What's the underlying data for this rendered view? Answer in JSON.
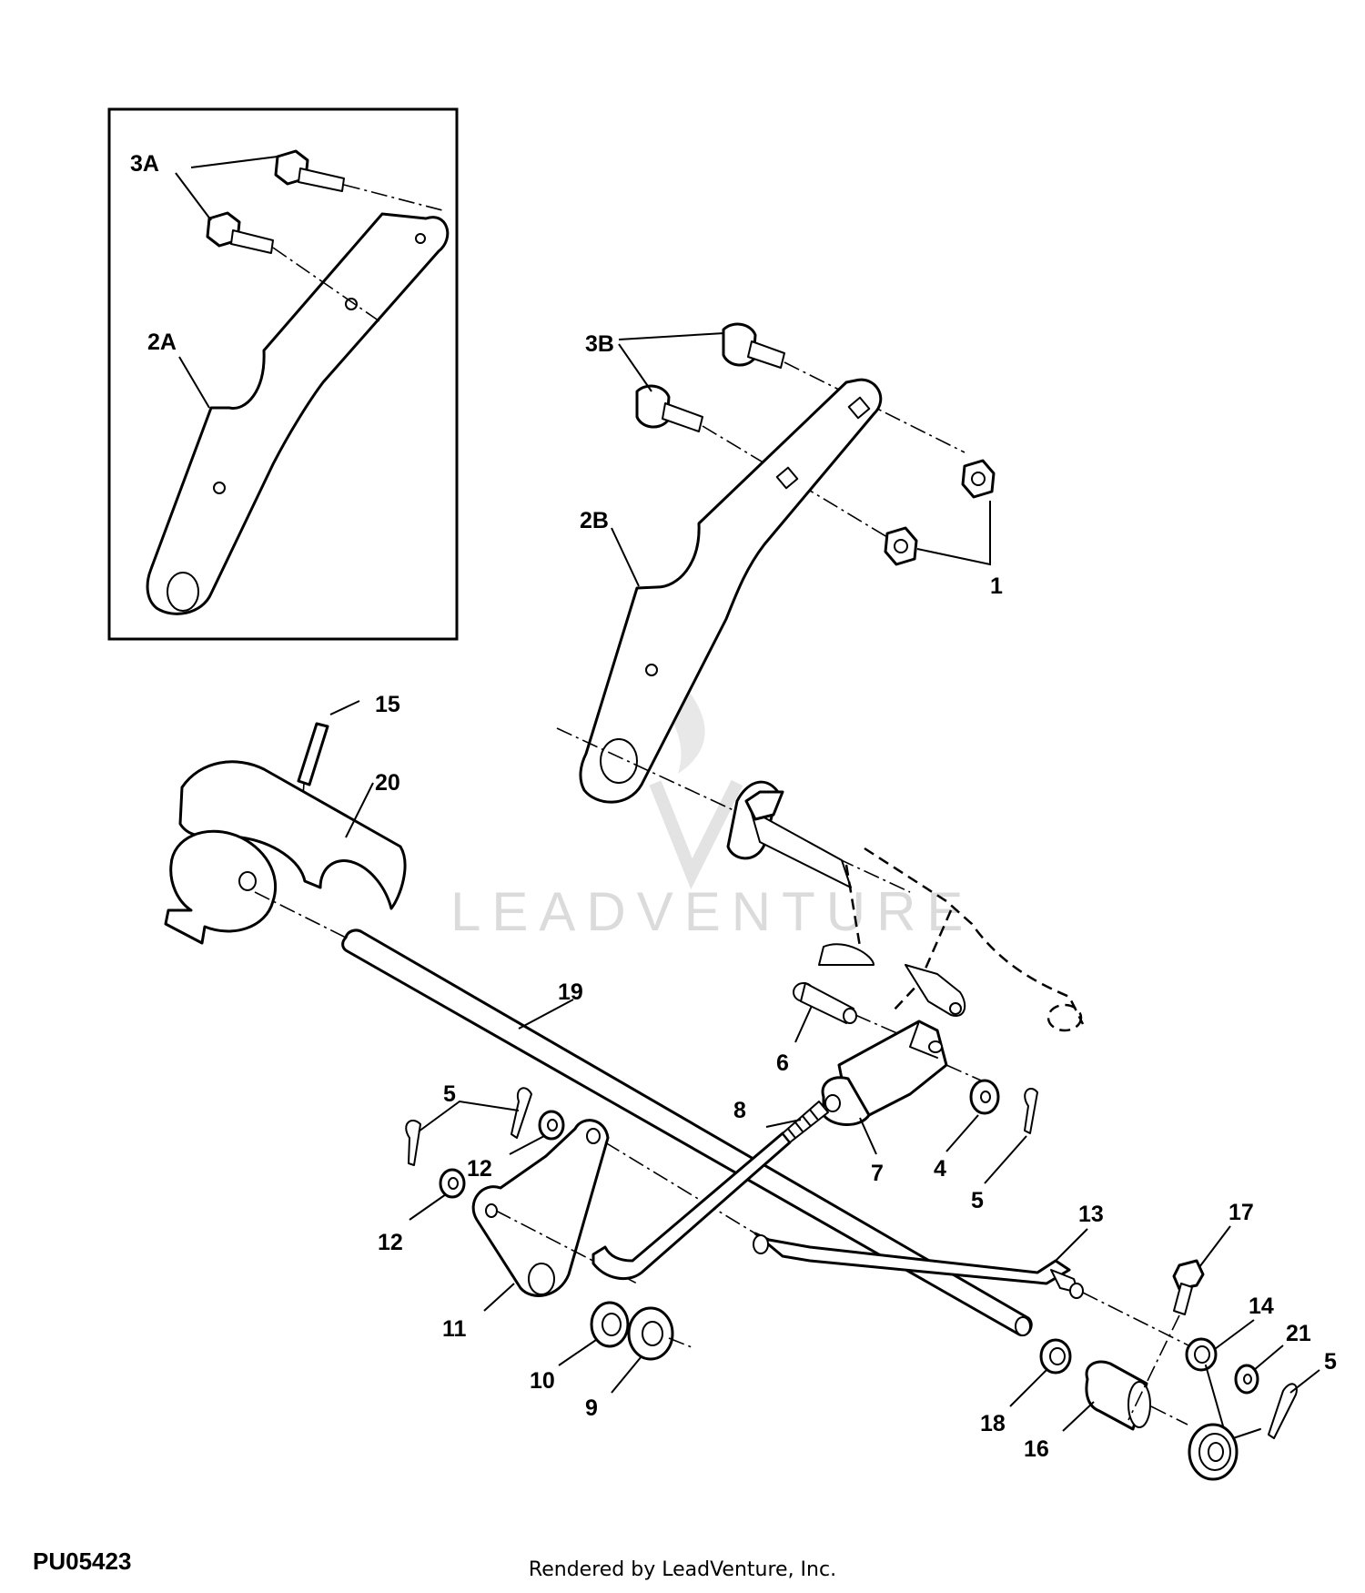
{
  "diagram": {
    "code": "PU05423",
    "credit": "Rendered by LeadVenture, Inc.",
    "watermark": "LEADVENTURE",
    "callouts": {
      "c1": "1",
      "c2A": "2A",
      "c2B": "2B",
      "c3A": "3A",
      "c3B": "3B",
      "c4": "4",
      "c5a": "5",
      "c5b": "5",
      "c5c": "5",
      "c6": "6",
      "c7": "7",
      "c8": "8",
      "c9": "9",
      "c10": "10",
      "c11": "11",
      "c12a": "12",
      "c12b": "12",
      "c13": "13",
      "c14": "14",
      "c15": "15",
      "c16": "16",
      "c17": "17",
      "c18": "18",
      "c19": "19",
      "c20": "20",
      "c21": "21"
    }
  }
}
